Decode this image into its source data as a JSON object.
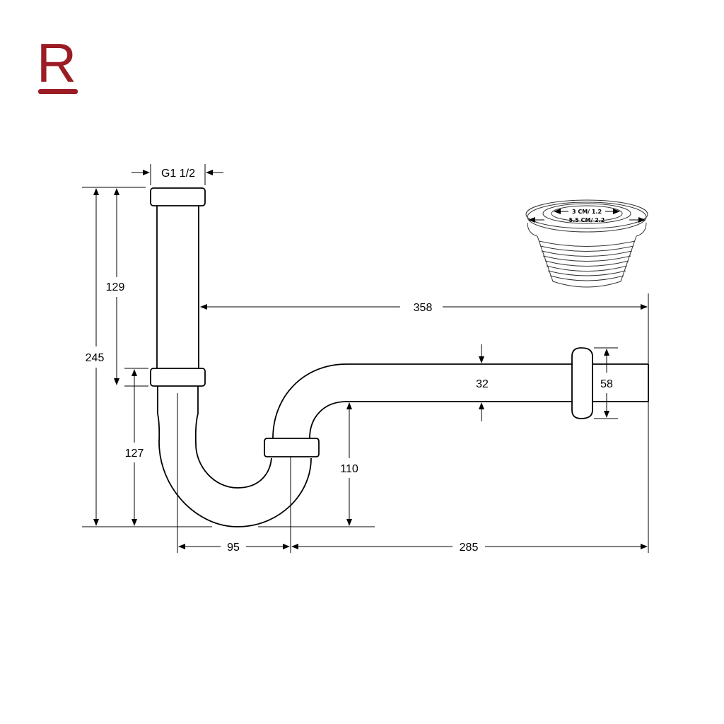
{
  "brand": {
    "logo_letter": "R",
    "color": "#9b1c24"
  },
  "dimensions": {
    "thread": "G1 1/2",
    "total_height": "245",
    "upper_height": "129",
    "lower_height": "127",
    "horizontal_length": "358",
    "pipe_diameter": "32",
    "flange_diameter": "58",
    "outlet_height": "110",
    "trap_width": "95",
    "outlet_length": "285"
  },
  "strainer": {
    "inner_label": "3 CM/ 1.2",
    "outer_label": "5.5 CM/ 2.2"
  }
}
